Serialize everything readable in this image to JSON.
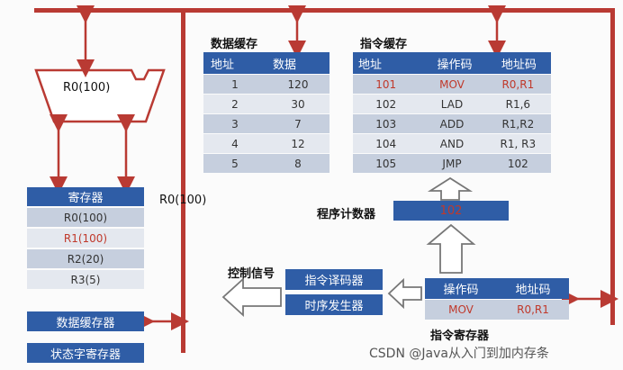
{
  "alu": {
    "label": "R0(100)"
  },
  "bus_label": "R0(100)",
  "registers": {
    "title": "寄存器",
    "items": [
      {
        "label": "R0(100)",
        "highlight": false
      },
      {
        "label": "R1(100)",
        "highlight": true
      },
      {
        "label": "R2(20)",
        "highlight": false
      },
      {
        "label": "R3(5)",
        "highlight": false
      }
    ]
  },
  "data_buffer_reg": "数据缓存器",
  "status_reg": "状态字寄存器",
  "data_cache": {
    "title": "数据缓存",
    "headers": [
      "地址",
      "数据"
    ],
    "rows": [
      [
        "1",
        "120"
      ],
      [
        "2",
        "30"
      ],
      [
        "3",
        "7"
      ],
      [
        "4",
        "12"
      ],
      [
        "5",
        "8"
      ]
    ]
  },
  "instr_cache": {
    "title": "指令缓存",
    "headers": [
      "地址",
      "操作码",
      "地址码"
    ],
    "rows": [
      [
        "101",
        "MOV",
        "R0,R1"
      ],
      [
        "102",
        "LAD",
        "R1,6"
      ],
      [
        "103",
        "ADD",
        "R1,R2"
      ],
      [
        "104",
        "AND",
        "R1, R3"
      ],
      [
        "105",
        "JMP",
        "102"
      ]
    ]
  },
  "pc": {
    "label": "程序计数器",
    "value": "102"
  },
  "control_signal": "控制信号",
  "decoder": "指令译码器",
  "timing": "时序发生器",
  "ir": {
    "label": "指令寄存器",
    "headers": [
      "操作码",
      "地址码"
    ],
    "values": [
      "MOV",
      "R0,R1"
    ]
  },
  "watermark": "CSDN @Java从入门到加内存条",
  "colors": {
    "bus": "#b93a33",
    "header": "#2f5da6",
    "row_dark": "#c6cfde",
    "row_light": "#e4e8ef",
    "highlight": "#c0392b"
  }
}
